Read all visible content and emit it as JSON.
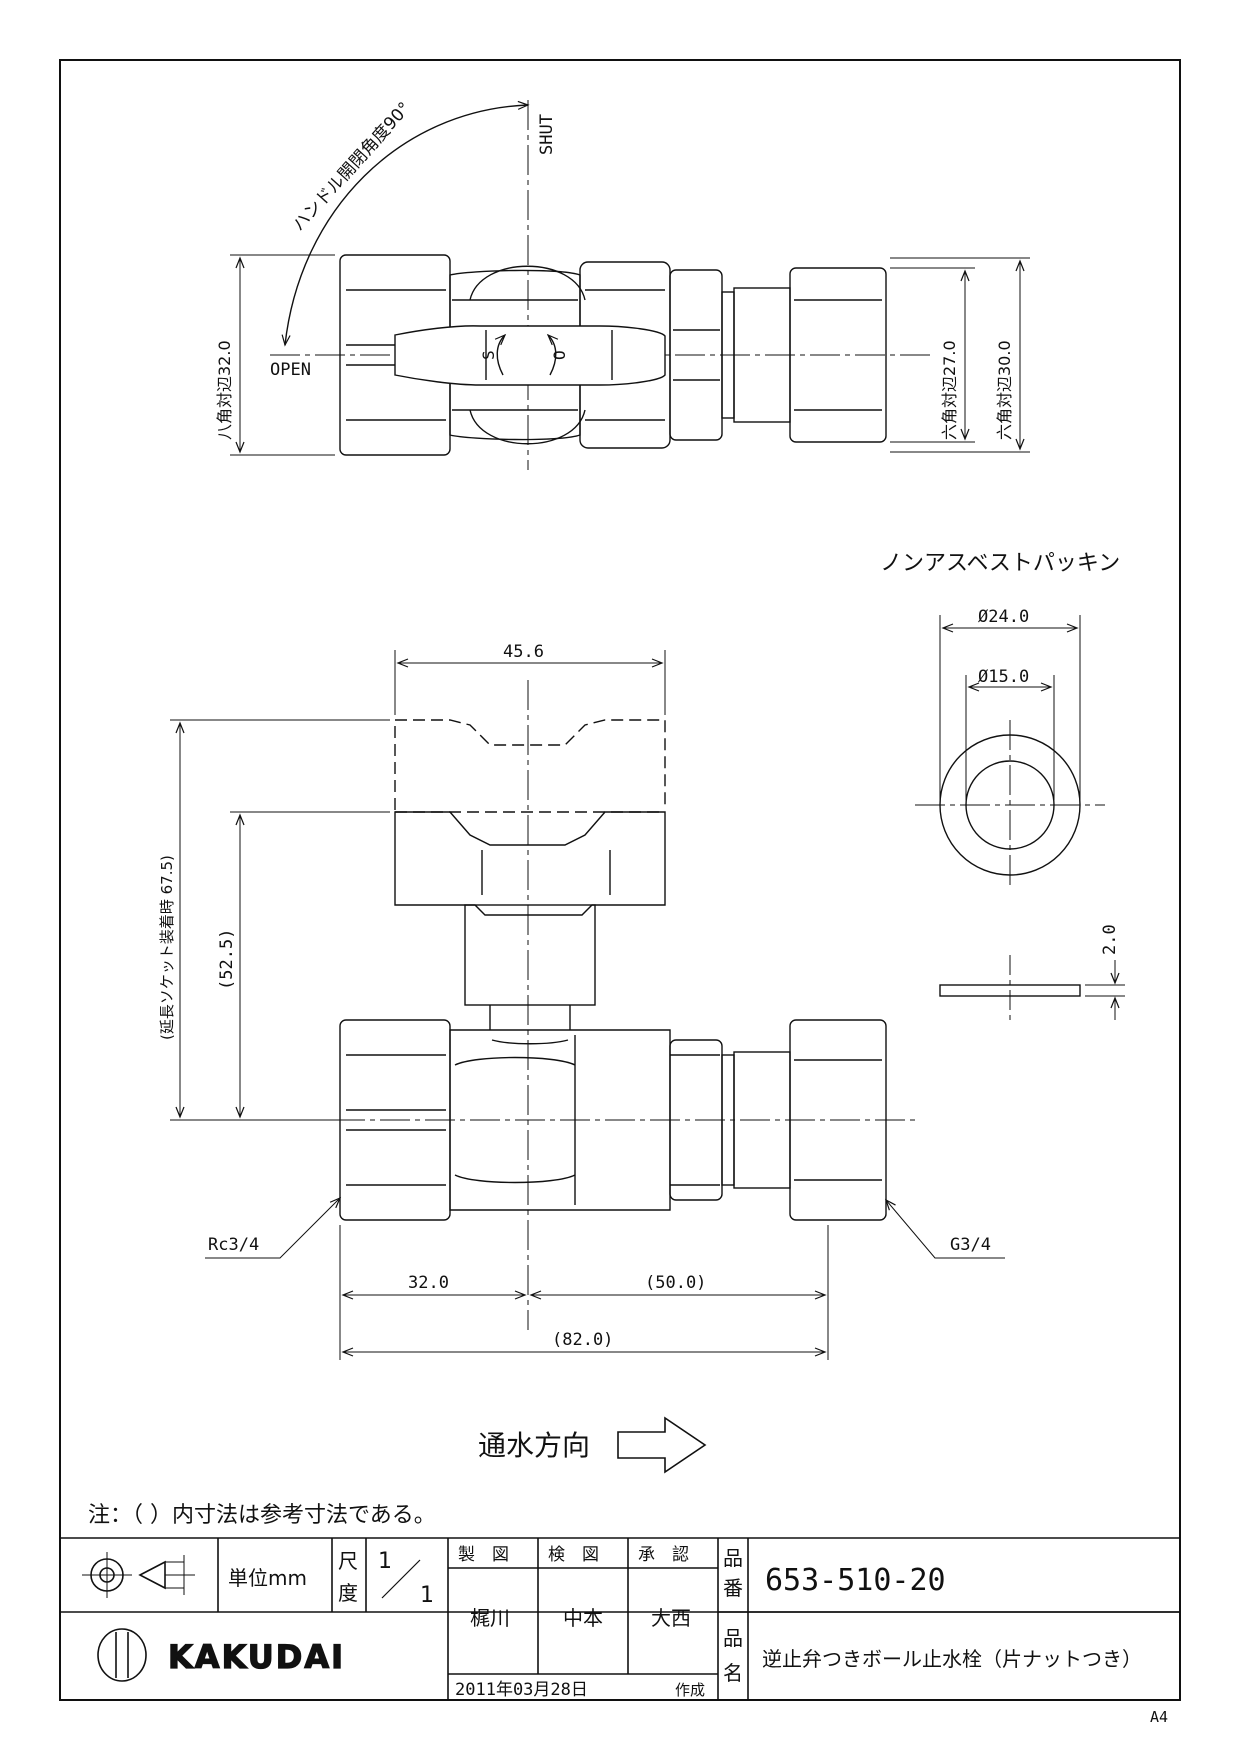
{
  "top_view": {
    "shut_label": "SHUT",
    "open_label": "OPEN",
    "handle_angle_label": "ハンドル開閉角度90°",
    "octagon_label": "八角対辺32.0",
    "hex27_label": "六角対辺27.0",
    "hex30_label": "六角対辺30.0",
    "handle_s": "S",
    "handle_o": "O"
  },
  "front_view": {
    "dim_width": "45.6",
    "dim_extended": "(延長ソケット装着時 67.5)",
    "dim_height": "(52.5)",
    "left_thread": "Rc3/4",
    "right_thread": "G3/4",
    "dim_left": "32.0",
    "dim_right": "(50.0)",
    "dim_total": "(82.0)"
  },
  "packing": {
    "title": "ノンアスベストパッキン",
    "outer_dia": "Ø24.0",
    "inner_dia": "Ø15.0",
    "thickness": "2.0"
  },
  "flow": {
    "label": "通水方向"
  },
  "note": "注：（ ）内寸法は参考寸法である。",
  "title_block": {
    "unit": "単位mm",
    "scale_label_1": "尺",
    "scale_label_2": "度",
    "scale_num": "1",
    "scale_den": "1",
    "drawn_label": "製　図",
    "checked_label": "検　図",
    "approved_label": "承　認",
    "drawn_by": "梶川",
    "checked_by": "中本",
    "approved_by": "大西",
    "part_no_label_1": "品",
    "part_no_label_2": "番",
    "part_no": "653-510-20",
    "name_label_1": "品",
    "name_label_2": "名",
    "product_name": "逆止弁つきボール止水栓（片ナットつき）",
    "date": "2011年03月28日",
    "created_label": "作成",
    "company": "KAKUDAI",
    "paper_size": "A4"
  }
}
